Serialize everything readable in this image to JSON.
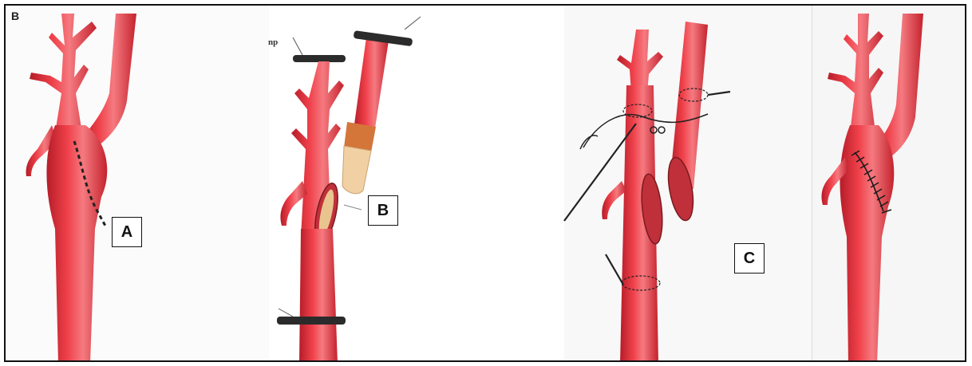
{
  "corner_label": "B",
  "clamp_fragment": "np",
  "step_labels": {
    "a": "A",
    "b": "B",
    "c": "C"
  },
  "colors": {
    "artery": "#e8313c",
    "artery_dark": "#b51d28",
    "artery_highlight": "#f57a80",
    "plaque": "#f2d3a8",
    "clamp": "#2b2b2b",
    "suture": "#222222"
  }
}
